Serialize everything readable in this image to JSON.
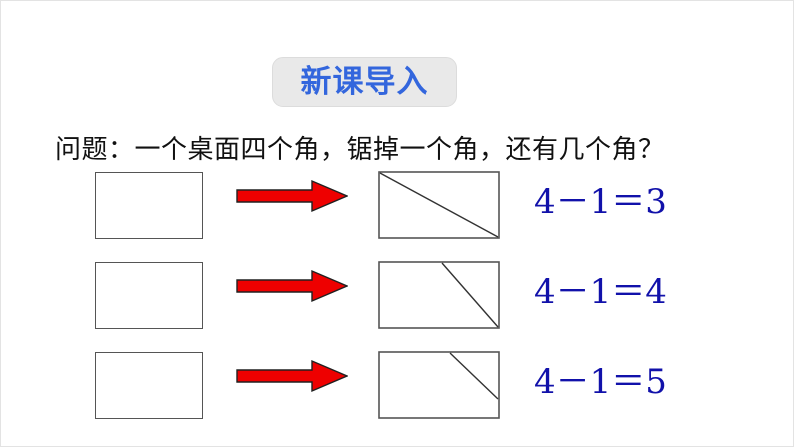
{
  "slide": {
    "title": "新课导入",
    "question": "问题：一个桌面四个角，锯掉一个角，还有几个角？",
    "title_color": "#3366dd",
    "title_bg_color": "#e9e9e9",
    "equation_color": "#1111aa",
    "arrow_color": "#ee0000",
    "shape_outline_color": "#555555"
  },
  "rows": [
    {
      "left_shape": "rectangle-whole",
      "arrow": "right-arrow",
      "right_shape": "rectangle-cut-corner-to-corner",
      "equation": "4－1＝3"
    },
    {
      "left_shape": "rectangle-whole",
      "arrow": "right-arrow",
      "right_shape": "rectangle-cut-top-to-corner",
      "equation": "4－1＝4"
    },
    {
      "left_shape": "rectangle-whole",
      "arrow": "right-arrow",
      "right_shape": "rectangle-cut-top-to-side",
      "equation": "4－1＝5"
    }
  ]
}
